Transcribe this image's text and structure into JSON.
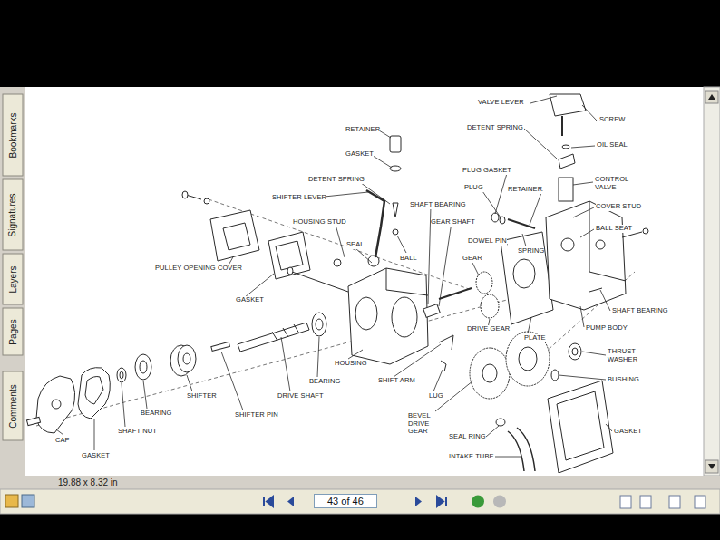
{
  "diagram": {
    "labels": [
      "VALVE LEVER",
      "SCREW",
      "RETAINER",
      "DETENT SPRING",
      "OIL SEAL",
      "GASKET",
      "DETENT SPRING",
      "PLUG GASKET",
      "PLUG",
      "RETAINER",
      "CONTROL VALVE",
      "SHIFTER LEVER",
      "SHAFT BEARING",
      "GEAR SHAFT",
      "COVER STUD",
      "HOUSING STUD",
      "BALL SEAT",
      "SEAL",
      "DOWEL PIN",
      "SPRING",
      "BALL",
      "GEAR",
      "PULLEY OPENING COVER",
      "GASKET",
      "SHAFT BEARING",
      "DRIVE GEAR",
      "PLATE",
      "PUMP BODY",
      "HOUSING",
      "THRUST WASHER",
      "BEARING",
      "SHIFT ARM",
      "BUSHING",
      "SHIFTER",
      "DRIVE SHAFT",
      "LUG",
      "BEARING",
      "BEVEL DRIVE GEAR",
      "SHIFTER PIN",
      "SHAFT NUT",
      "GASKET",
      "CAP",
      "SEAL RING",
      "GASKET",
      "INTAKE TUBE",
      "Bookmarks",
      "Signatures",
      "Layers",
      "Pages",
      "Comments",
      "19.88 x 8.32 in",
      "43 of 46"
    ]
  }
}
